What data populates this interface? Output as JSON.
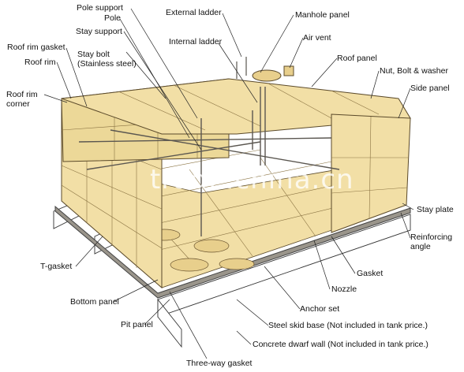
{
  "labels": {
    "pole_support": "Pole support",
    "pole": "Pole",
    "stay_support": "Stay support",
    "stay_bolt": "Stay bolt\n(Stainless steel)",
    "roof_rim_gasket": "Roof rim gasket",
    "roof_rim": "Roof rim",
    "roof_rim_corner": "Roof rim\ncorner",
    "external_ladder": "External ladder",
    "manhole_panel": "Manhole panel",
    "internal_ladder": "Internal ladder",
    "air_vent": "Air vent",
    "roof_panel": "Roof panel",
    "nut_bolt_washer": "Nut, Bolt & washer",
    "side_panel": "Side panel",
    "stay_plate": "Stay plate",
    "reinforcing_angle": "Reinforcing\nangle",
    "t_gasket": "T-gasket",
    "gasket": "Gasket",
    "nozzle": "Nozzle",
    "bottom_panel": "Bottom panel",
    "anchor_set": "Anchor set",
    "pit_panel": "Pit panel",
    "steel_skid_base": "Steel skid base (Not included in tank price.)",
    "concrete_dwarf_wall": "Concrete dwarf wall (Not included in tank price.)",
    "three_way_gasket": "Three-way gasket"
  },
  "watermark": "trade.china.cn",
  "colors": {
    "panel": "#f2dfa6",
    "panel_shade": "#e8cf8c",
    "outline": "#5b4a2a",
    "steel": "#6e6a62",
    "concrete": "#ffffff"
  }
}
